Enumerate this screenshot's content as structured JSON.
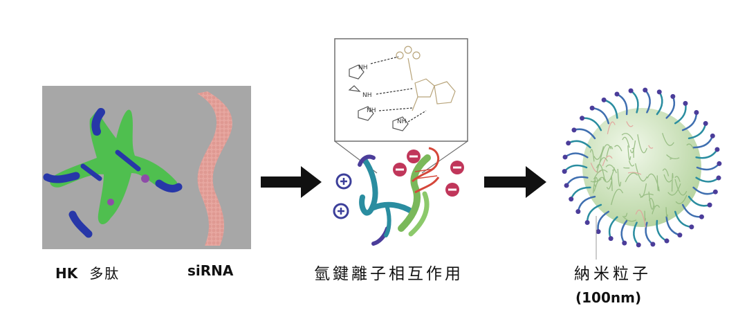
{
  "diagram": {
    "labels": {
      "hk_peptide_latin": "HK",
      "hk_peptide_cjk": "多肽",
      "sirna": "siRNA",
      "interaction": "氫鍵離子相互作用",
      "nanoparticle": "納米粒子",
      "nanoparticle_size": "(100nm)",
      "chem_label_nh": "NH"
    },
    "colors": {
      "panel_gray": "#a7a7a7",
      "peptide_green": "#4fbf4f",
      "peptide_blue": "#2737a8",
      "sirna_pink": "#e7a7a0",
      "arrow": "#111111",
      "positive_charge": "#3c3f9a",
      "negative_charge": "#c0365a",
      "ribbon_teal": "#2a8da0",
      "helix_green": "#7ab85a",
      "helix_red": "#d5473a"
    }
  }
}
